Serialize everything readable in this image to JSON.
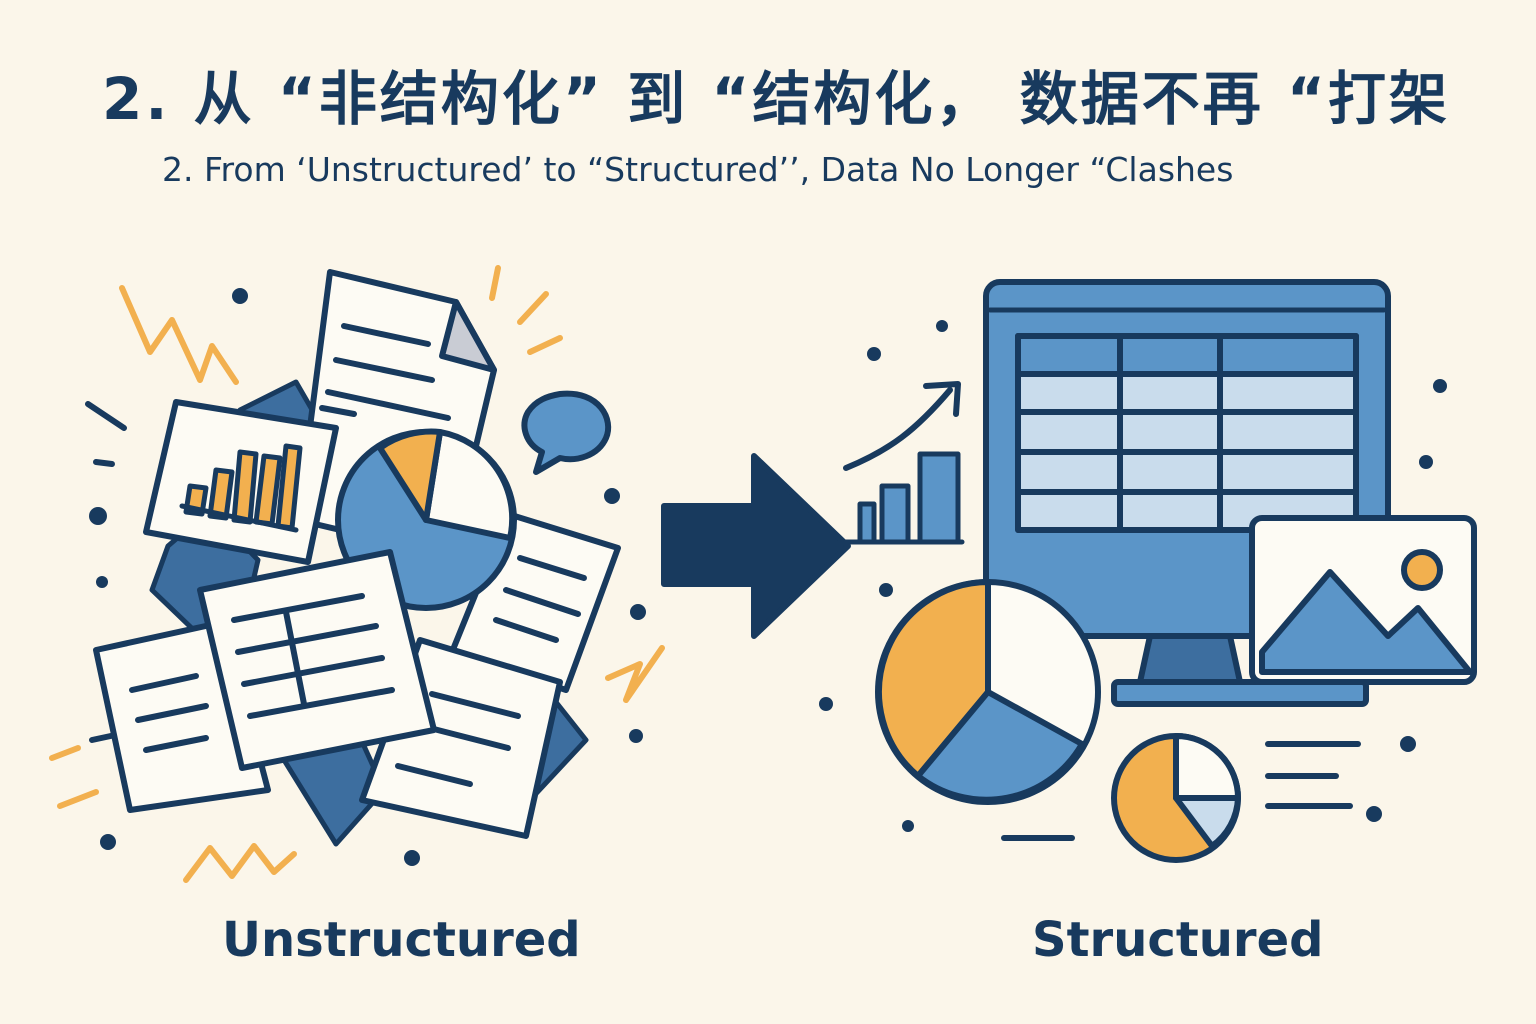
{
  "heading": {
    "title": "2. 从 “非结构化” 到 “结构化， 数据不再 “打架",
    "subtitle": "2. From ‘Unstructured’ to “Structured’’, Data No Longer “Clashes"
  },
  "panels": {
    "left_label": "Unstructured",
    "right_label": "Structured"
  },
  "icons": {
    "left_cluster": [
      "document-icon",
      "bar-chart-icon",
      "pie-chart-icon",
      "speech-bubble-icon",
      "table-document-icon",
      "lightning-icon"
    ],
    "arrow": "arrow-right-icon",
    "right_cluster": [
      "monitor-icon",
      "spreadsheet-icon",
      "image-icon",
      "pie-chart-icon",
      "trend-chart-icon"
    ]
  },
  "colors": {
    "background": "#fbf6ea",
    "navy": "#183a5e",
    "blue": "#5b95c8",
    "dark_blue": "#3d6e9f",
    "light_blue": "#c9dcec",
    "orange": "#f2b04f",
    "paper": "#fdfbf4"
  }
}
